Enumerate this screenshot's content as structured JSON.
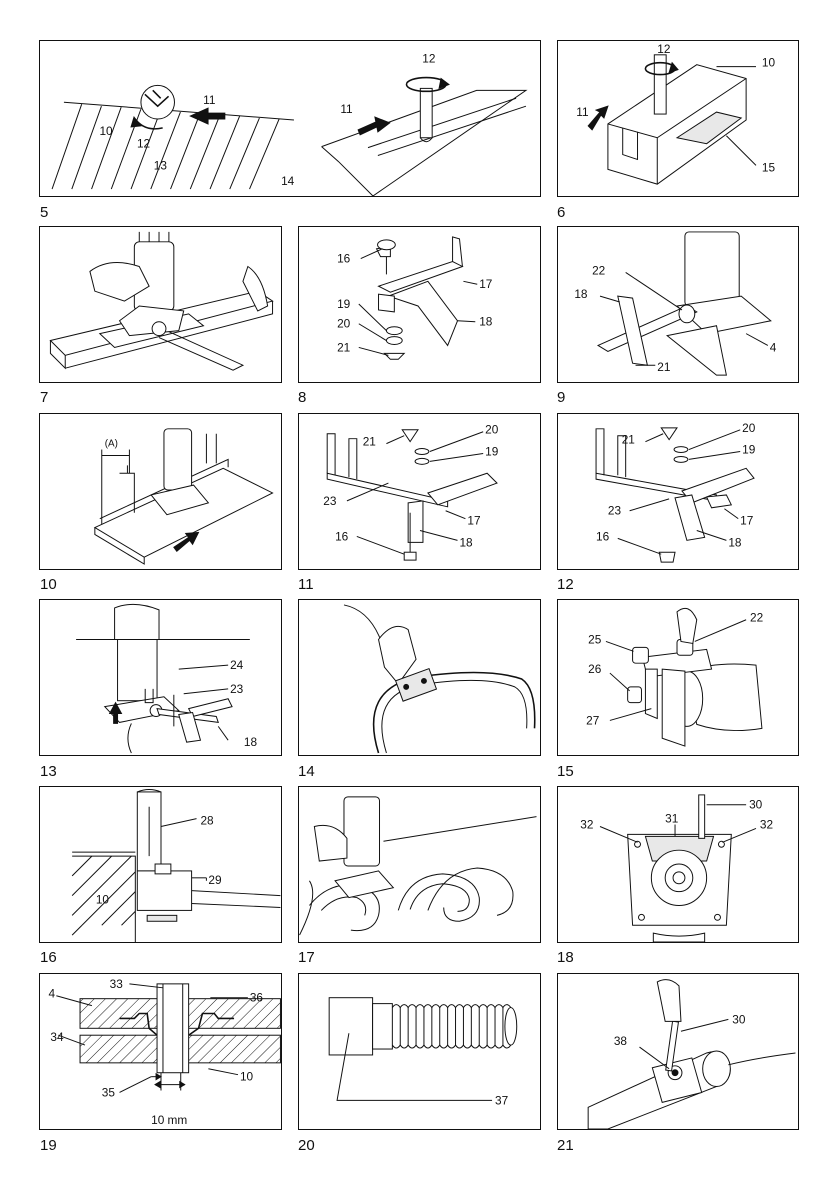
{
  "figures": [
    {
      "id": "5",
      "number": "5",
      "callouts": [
        "10",
        "11",
        "12",
        "13",
        "11",
        "12",
        "14"
      ]
    },
    {
      "id": "6",
      "number": "6",
      "callouts": [
        "12",
        "10",
        "11",
        "15"
      ]
    },
    {
      "id": "7",
      "number": "7",
      "callouts": []
    },
    {
      "id": "8",
      "number": "8",
      "callouts": [
        "16",
        "17",
        "19",
        "18",
        "20",
        "21"
      ]
    },
    {
      "id": "9",
      "number": "9",
      "callouts": [
        "22",
        "18",
        "4",
        "21"
      ]
    },
    {
      "id": "10",
      "number": "10",
      "callouts": [
        "(A)"
      ]
    },
    {
      "id": "11",
      "number": "11",
      "callouts": [
        "21",
        "20",
        "19",
        "23",
        "17",
        "16",
        "18"
      ]
    },
    {
      "id": "12",
      "number": "12",
      "callouts": [
        "21",
        "20",
        "19",
        "23",
        "17",
        "16",
        "18"
      ]
    },
    {
      "id": "13",
      "number": "13",
      "callouts": [
        "24",
        "23",
        "18"
      ]
    },
    {
      "id": "14",
      "number": "14",
      "callouts": []
    },
    {
      "id": "15",
      "number": "15",
      "callouts": [
        "25",
        "22",
        "26",
        "27"
      ]
    },
    {
      "id": "16",
      "number": "16",
      "callouts": [
        "28",
        "29",
        "10"
      ]
    },
    {
      "id": "17",
      "number": "17",
      "callouts": []
    },
    {
      "id": "18",
      "number": "18",
      "callouts": [
        "30",
        "32",
        "31",
        "32"
      ]
    },
    {
      "id": "19",
      "number": "19",
      "callouts": [
        "4",
        "33",
        "36",
        "34",
        "10",
        "35",
        "10 mm"
      ]
    },
    {
      "id": "20",
      "number": "20",
      "callouts": [
        "37"
      ]
    },
    {
      "id": "21",
      "number": "21",
      "callouts": [
        "30",
        "38"
      ]
    }
  ]
}
